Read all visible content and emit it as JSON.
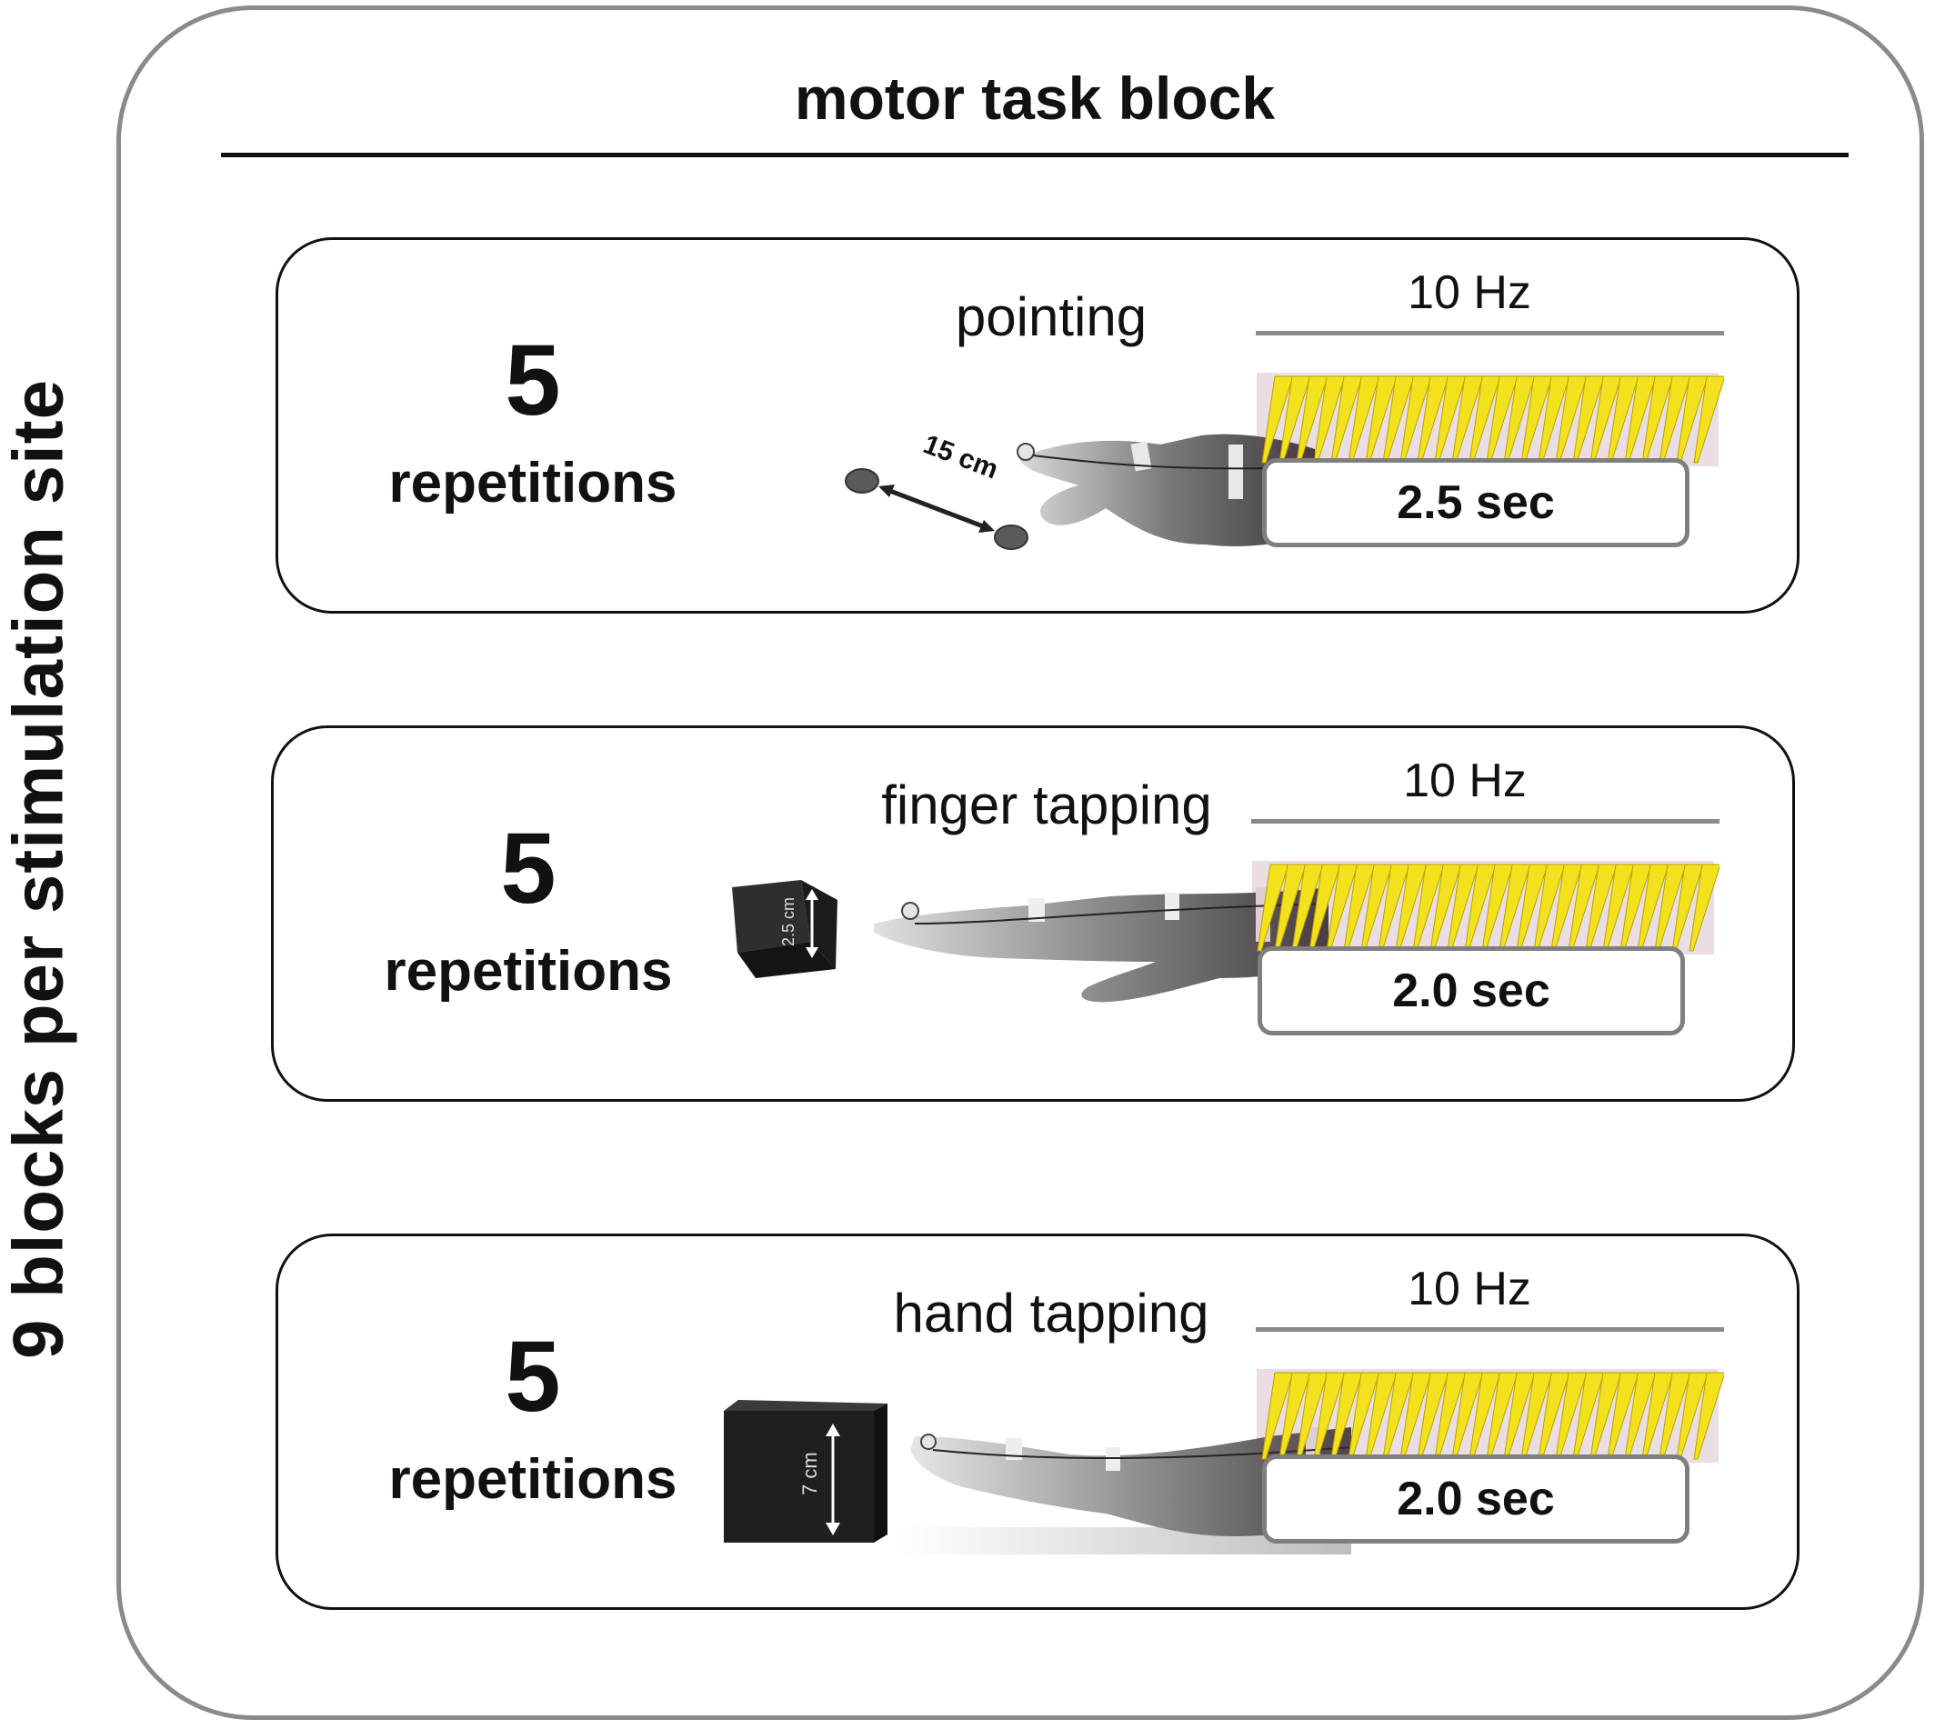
{
  "side_label": "9 blocks per stimulation site",
  "title": "motor task block",
  "blocks": [
    {
      "count": "5",
      "reps_label": "repetitions",
      "task": "pointing",
      "frequency": "10 Hz",
      "duration": "2.5 sec",
      "distance_label": "15 cm"
    },
    {
      "count": "5",
      "reps_label": "repetitions",
      "task": "finger tapping",
      "frequency": "10 Hz",
      "duration": "2.0 sec",
      "object_size_label": "2.5 cm"
    },
    {
      "count": "5",
      "reps_label": "repetitions",
      "task": "hand tapping",
      "frequency": "10 Hz",
      "duration": "2.0 sec",
      "object_size_label": "7 cm"
    }
  ],
  "colors": {
    "pulse_fill": "#f2e11c",
    "pulse_glow": "#8a4a6a",
    "outer_border": "#8a8a8a",
    "duration_border": "#7f7f7f"
  }
}
